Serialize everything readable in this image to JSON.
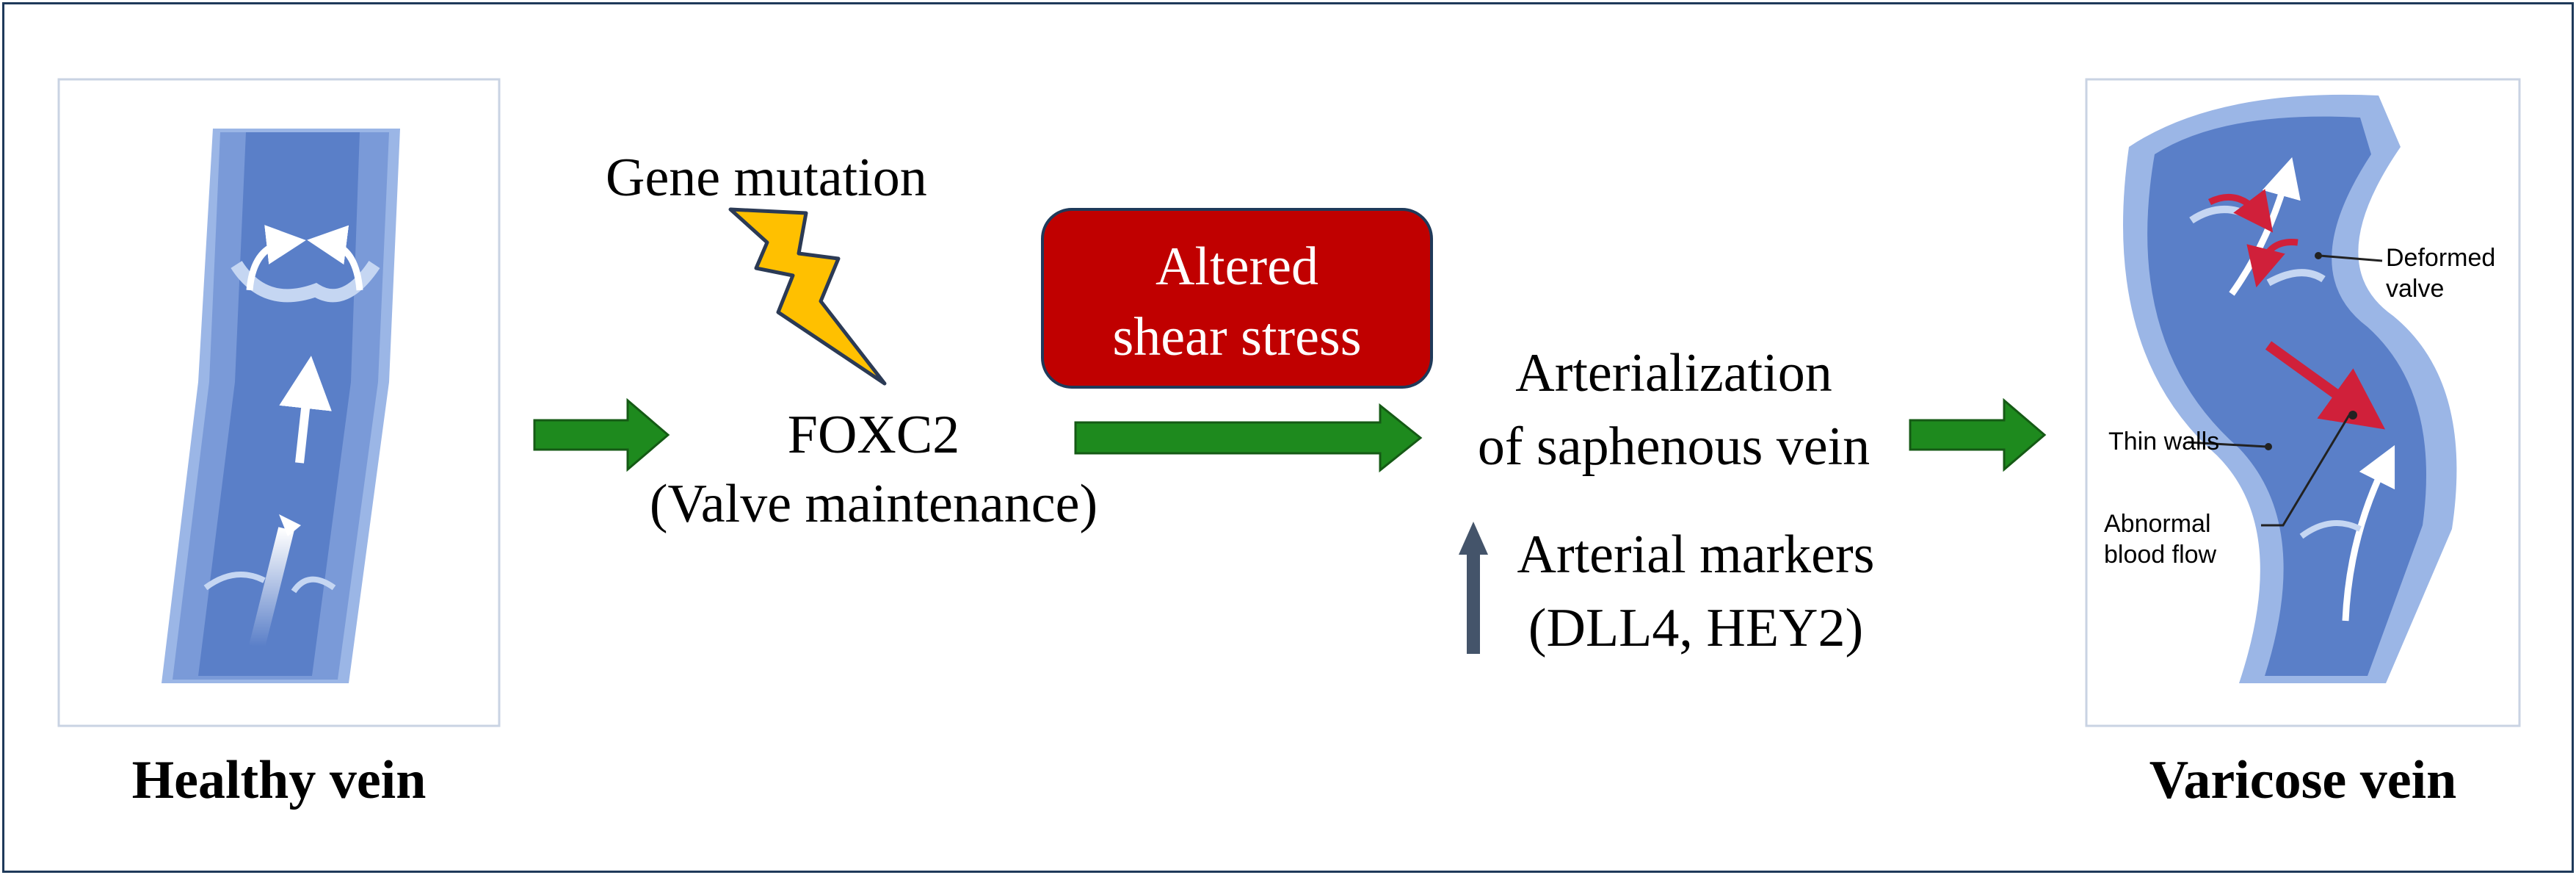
{
  "left_panel": {
    "caption": "Healthy vein"
  },
  "right_panel": {
    "caption": "Varicose vein",
    "labels": {
      "deformed_valve": "Deformed\nvalve",
      "thin_walls": "Thin walls",
      "abnormal_flow": "Abnormal\nblood flow"
    }
  },
  "flow": {
    "gene_mutation": "Gene mutation",
    "foxc2_line1": "FOXC2",
    "foxc2_line2": "(Valve maintenance)",
    "shear_stress_line1": "Altered",
    "shear_stress_line2": "shear stress",
    "arterialization_line1": "Arterialization",
    "arterialization_line2": "of saphenous vein",
    "markers_line1": "Arterial markers",
    "markers_line2": "(DLL4, HEY2)"
  },
  "colors": {
    "border": "#1f3a5a",
    "green_arrow": "#1e8a1e",
    "green_arrow_edge": "#155a15",
    "red_box": "#c00000",
    "lightning": "#ffc000",
    "vein_dark": "#5a7fc8",
    "vein_light": "#9bb6e6",
    "up_arrow": "#44546a"
  },
  "icons": {
    "lightning": "lightning-icon",
    "up_arrow": "up-arrow-icon"
  }
}
